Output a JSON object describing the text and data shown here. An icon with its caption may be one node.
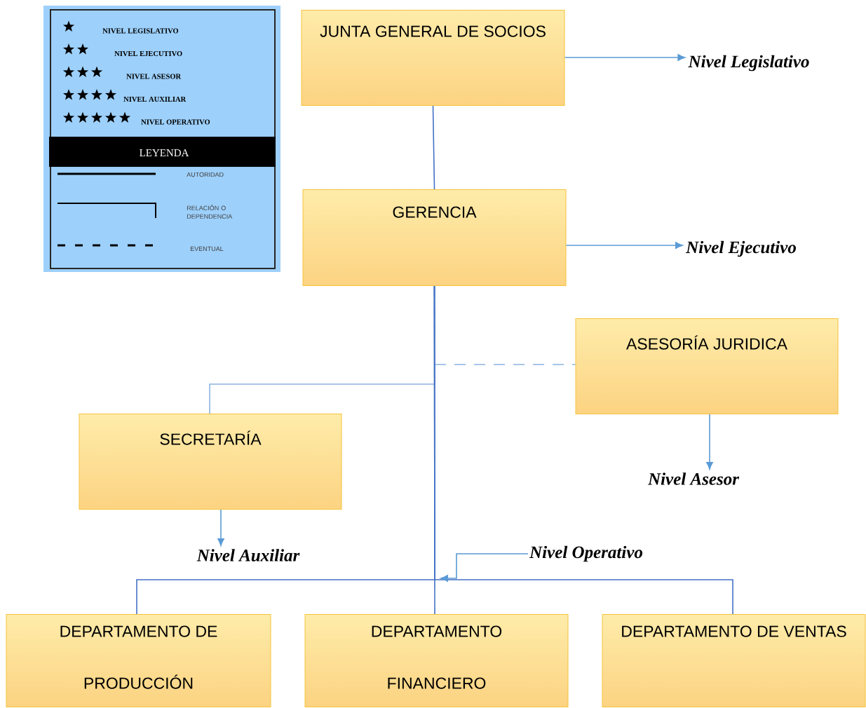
{
  "diagram": {
    "nodes": [
      {
        "text": [
          "JUNTA GENERAL DE SOCIOS"
        ]
      },
      {
        "text": [
          "GERENCIA"
        ]
      },
      {
        "text": [
          "ASESORÍA JURIDICA"
        ]
      },
      {
        "text": [
          "SECRETARÍA"
        ]
      },
      {
        "text": [
          "DEPARTAMENTO DE PRODUCCIÓN"
        ]
      },
      {
        "text": [
          "DEPARTAMENTO FINANCIERO"
        ]
      },
      {
        "text": [
          "DEPARTAMENTO DE VENTAS"
        ]
      },
      {
        "text": [
          "Nivel Legislativo"
        ]
      },
      {
        "text": [
          "Nivel Ejecutivo"
        ]
      },
      {
        "text": [
          "Nivel Asesor"
        ]
      },
      {
        "text": [
          "Nivel Auxiliar"
        ]
      },
      {
        "text": [
          "Nivel Operativo"
        ]
      }
    ],
    "edges": [
      {
        "from": 0,
        "to": 1,
        "arrow": "none"
      },
      {
        "from": 1,
        "to": 3,
        "arrow": "none",
        "color": "#8db3e2"
      },
      {
        "from": 1,
        "to": 2,
        "arrow": "none",
        "style": "dashed",
        "color": "#8db3e2"
      },
      {
        "from": 1,
        "to": 4,
        "arrow": "none"
      },
      {
        "from": 1,
        "to": 5,
        "arrow": "none"
      },
      {
        "from": 1,
        "to": 6,
        "arrow": "none"
      },
      {
        "from": 0,
        "to": 7,
        "arrow": "to",
        "color": "#5b9bd5"
      },
      {
        "from": 1,
        "to": 8,
        "arrow": "to",
        "color": "#5b9bd5"
      },
      {
        "from": 2,
        "to": 9,
        "arrow": "to",
        "color": "#5b9bd5"
      },
      {
        "from": 3,
        "to": 10,
        "arrow": "to",
        "color": "#5b9bd5"
      },
      {
        "from": 11,
        "to": null,
        "arrow": "to",
        "color": "#5b9bd5"
      }
    ],
    "labels": [
      "LEYENDA"
    ],
    "legend": [
      {
        "text": "NIVEL LEGISLATIVO"
      },
      {
        "text": "NIVEL EJECUTIVO"
      },
      {
        "text": "NIVEL ASESOR"
      },
      {
        "text": "NIVEL AUXILIAR"
      },
      {
        "text": "NIVEL OPERATIVO"
      },
      {
        "text": "AUTORIDAD"
      },
      {
        "text": "RELACIÓN O DEPENDENCIA"
      },
      {
        "text": "EVENTUAL"
      }
    ]
  }
}
